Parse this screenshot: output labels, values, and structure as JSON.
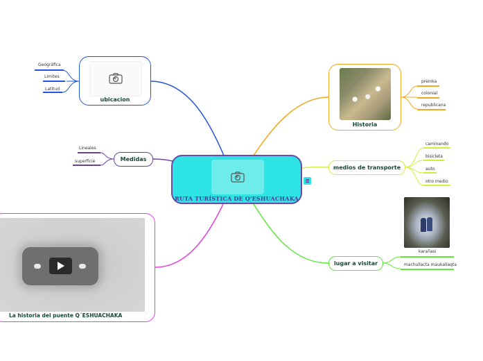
{
  "central_topic": {
    "title": "RUTA TURÍSTICA DE Q'ESHUACHAKA",
    "image_icon": "camera-icon",
    "notes_icon": "notes-icon",
    "color": "#2ee3e3"
  },
  "branches": {
    "ubicacion": {
      "label": "ubicacion",
      "image_icon": "camera-icon",
      "color": "#2255dd",
      "children": [
        "Geográfica",
        "Limites",
        "Latitud"
      ]
    },
    "medidas": {
      "label": "Medidas",
      "color": "#6a3fa0",
      "children": [
        "Lineales",
        "superficie"
      ]
    },
    "video": {
      "label": "La historia del puente Q´ESHUACHAKA",
      "media_icon": "play-icon",
      "color": "#e040e0"
    },
    "historia": {
      "label": "Historia",
      "image": "historia-photo",
      "color": "#f5a623",
      "children": [
        "preinka",
        "colonial",
        "republicana"
      ]
    },
    "transporte": {
      "label": "medios de transporte",
      "color": "#d6ee3a",
      "children": [
        "caminando",
        "bisicleta",
        "auto",
        "otro medio"
      ]
    },
    "lugar": {
      "label": "lugar a visitar",
      "color": "#5de83a",
      "children": [
        {
          "label": "karañasi",
          "image": "cave-photo"
        },
        {
          "label": "machullacta maukallaqta"
        }
      ]
    }
  }
}
